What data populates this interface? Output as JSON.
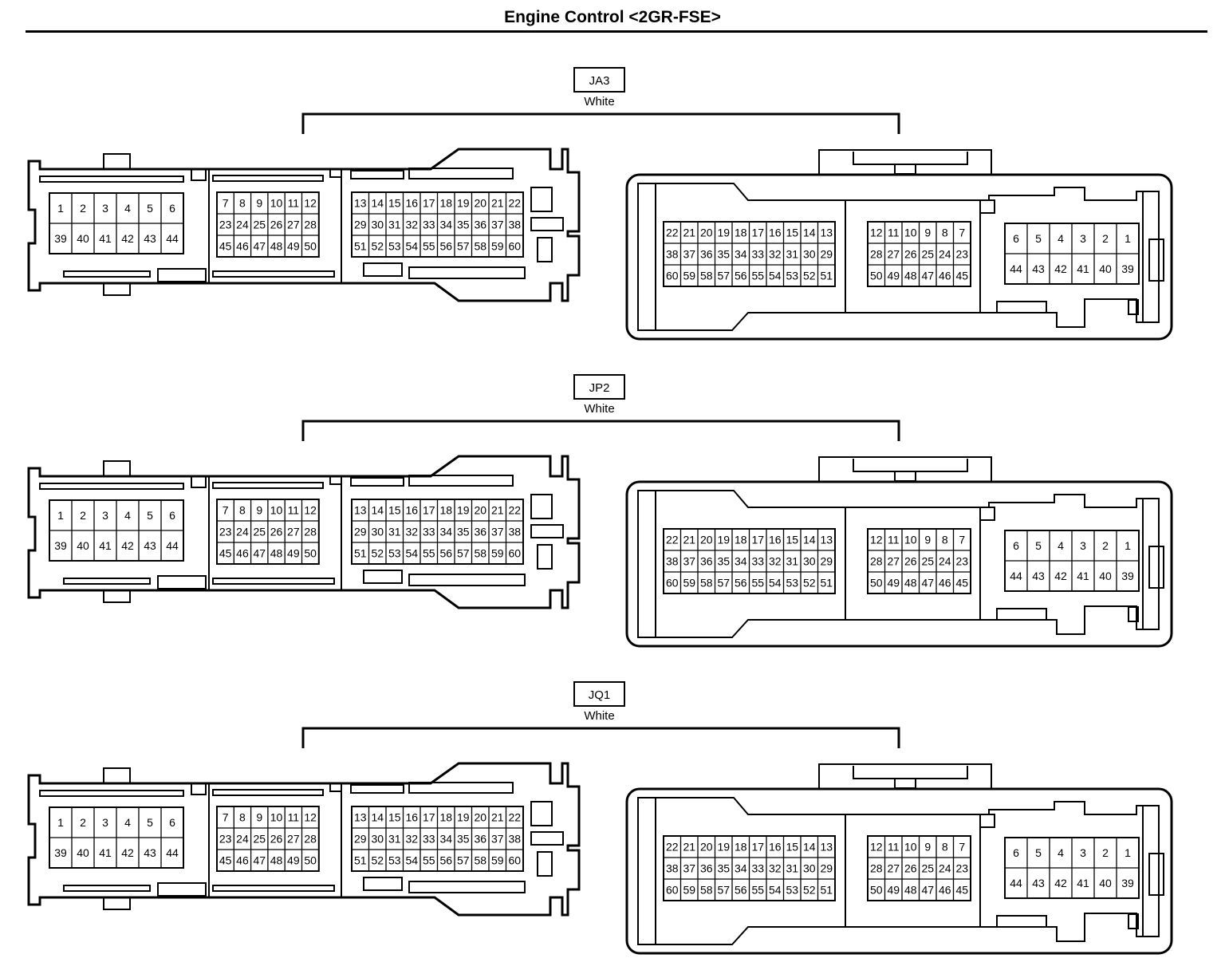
{
  "page": {
    "title": "Engine Control <2GR-FSE>"
  },
  "connectors": [
    {
      "id": "JA3",
      "color": "White"
    },
    {
      "id": "JP2",
      "color": "White"
    },
    {
      "id": "JQ1",
      "color": "White"
    }
  ],
  "male_side": {
    "block_a": [
      [
        "1",
        "2",
        "3",
        "4",
        "5",
        "6"
      ],
      [
        "39",
        "40",
        "41",
        "42",
        "43",
        "44"
      ]
    ],
    "block_b": [
      [
        "7",
        "8",
        "9",
        "10",
        "11",
        "12"
      ],
      [
        "23",
        "24",
        "25",
        "26",
        "27",
        "28"
      ],
      [
        "45",
        "46",
        "47",
        "48",
        "49",
        "50"
      ]
    ],
    "block_c": [
      [
        "13",
        "14",
        "15",
        "16",
        "17",
        "18",
        "19",
        "20",
        "21",
        "22"
      ],
      [
        "29",
        "30",
        "31",
        "32",
        "33",
        "34",
        "35",
        "36",
        "37",
        "38"
      ],
      [
        "51",
        "52",
        "53",
        "54",
        "55",
        "56",
        "57",
        "58",
        "59",
        "60"
      ]
    ]
  },
  "female_side": {
    "block_a": [
      [
        "22",
        "21",
        "20",
        "19",
        "18",
        "17",
        "16",
        "15",
        "14",
        "13"
      ],
      [
        "38",
        "37",
        "36",
        "35",
        "34",
        "33",
        "32",
        "31",
        "30",
        "29"
      ],
      [
        "60",
        "59",
        "58",
        "57",
        "56",
        "55",
        "54",
        "53",
        "52",
        "51"
      ]
    ],
    "block_b": [
      [
        "12",
        "11",
        "10",
        "9",
        "8",
        "7"
      ],
      [
        "28",
        "27",
        "26",
        "25",
        "24",
        "23"
      ],
      [
        "50",
        "49",
        "48",
        "47",
        "46",
        "45"
      ]
    ],
    "block_c": [
      [
        "6",
        "5",
        "4",
        "3",
        "2",
        "1"
      ],
      [
        "44",
        "43",
        "42",
        "41",
        "40",
        "39"
      ]
    ]
  }
}
